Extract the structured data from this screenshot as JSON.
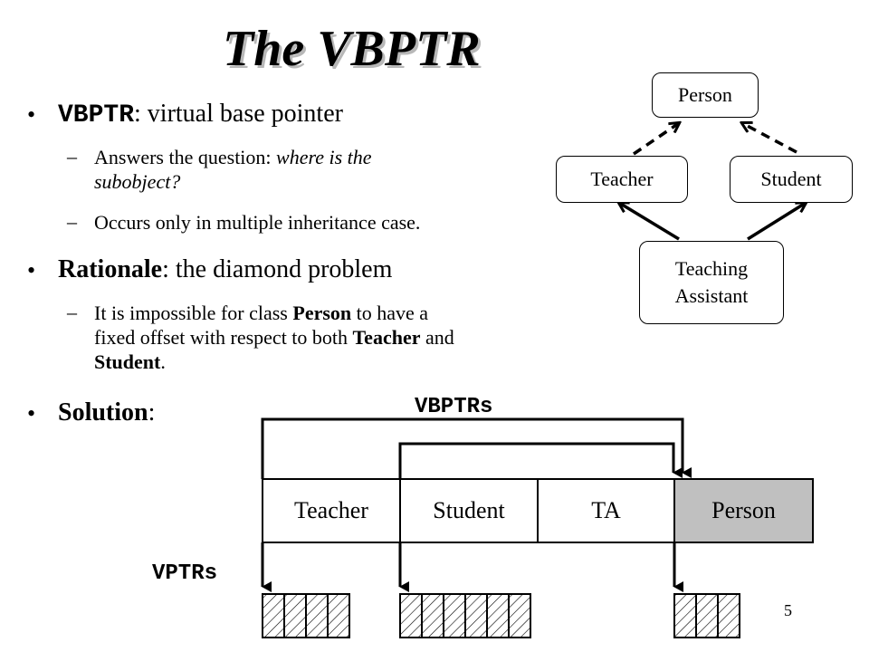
{
  "slide": {
    "title": "The VBPTR",
    "page_number": "5"
  },
  "bullets": {
    "b1": {
      "term": "VBPTR",
      "rest": ": virtual base pointer"
    },
    "b1_subs": [
      {
        "lead": "Answers the question: ",
        "italic_1": "where is the",
        "italic_2": "subobject?"
      },
      {
        "text": "Occurs only in multiple inheritance case."
      }
    ],
    "b2": {
      "term": "Rationale",
      "rest": ": the diamond problem"
    },
    "b2_sub": {
      "line1_a": "It is impossible for class ",
      "line1_b": "Person",
      "line1_c": " to have a",
      "line2_a": "fixed offset with respect to both ",
      "line2_b": "Teacher",
      "line2_c": " and",
      "line3_a": "Student",
      "line3_b": "."
    },
    "b3": {
      "term": "Solution",
      "rest": ":"
    }
  },
  "diagram": {
    "nodes": {
      "person": "Person",
      "teacher": "Teacher",
      "student": "Student",
      "ta_line1": "Teaching",
      "ta_line2": "Assistant"
    }
  },
  "layout_diagram": {
    "vbptrs_label": "VBPTRs",
    "vptrs_label": "VPTRs",
    "cells": [
      {
        "label": "Teacher",
        "fill": "#ffffff"
      },
      {
        "label": "Student",
        "fill": "#ffffff"
      },
      {
        "label": "TA",
        "fill": "#ffffff"
      },
      {
        "label": "Person",
        "fill": "#c0c0c0"
      }
    ]
  }
}
